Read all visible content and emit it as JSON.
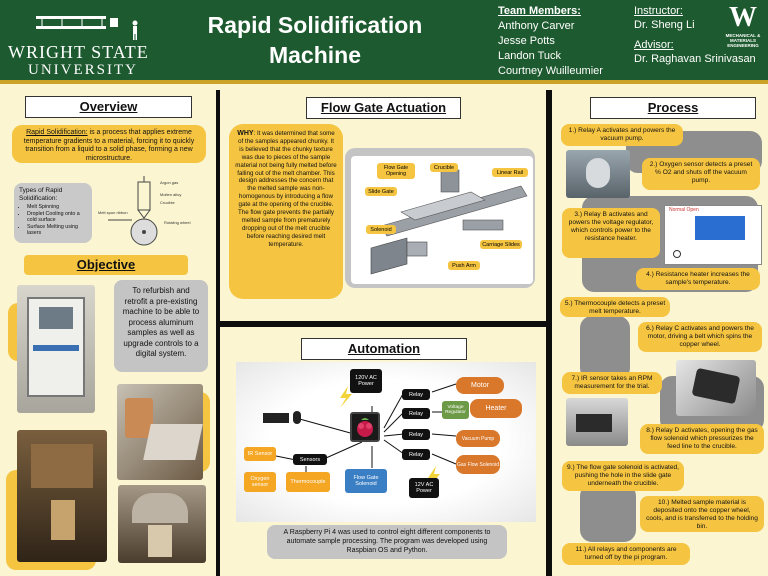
{
  "header": {
    "logo_line1": "WRIGHT STATE",
    "logo_line2": "UNIVERSITY",
    "title": "Rapid Solidification Machine",
    "team_heading": "Team Members:",
    "team": [
      "Anthony Carver",
      "Jesse Potts",
      "Landon Tuck",
      "Courtney Wuilleumier"
    ],
    "instructor_heading": "Instructor:",
    "instructor": "Dr. Sheng Li",
    "advisor_heading": "Advisor:",
    "advisor": "Dr. Raghavan Srinivasan",
    "dept_logo_letter": "W",
    "dept_logo_text": "MECHANICAL & MATERIALS ENGINEERING"
  },
  "overview": {
    "title": "Overview",
    "definition_term": "Rapid Solidification:",
    "definition_text": " is a process that applies extreme temperature gradients to a material, forcing it to quickly transition from a liquid to a solid phase, forming a new microstructure.",
    "types_heading": "Types of Rapid Solidification:",
    "types": [
      "Melt Spinning",
      "Droplet Cooling onto a cold surface",
      "Surface Melting using lasers"
    ],
    "diagram_labels": [
      "Argon gas",
      "Molten alloy",
      "Crucible",
      "Melt spun ribbon",
      "Rotating wheel"
    ]
  },
  "objective": {
    "title": "Objective",
    "text": "To refurbish and retrofit a pre-existing machine to be able to process aluminum samples as well as upgrade controls to a digital system."
  },
  "flow_gate": {
    "title": "Flow Gate Actuation",
    "why_label": "WHY",
    "why_text": ": It was determined that some of the samples appeared chunky. It is believed that the chunky texture was due to pieces of the sample material not being fully melted before falling out of the melt chamber. This design addresses the concern that the melted sample was non-homogenous by introducing a flow gate at the opening of the crucible. The flow gate prevents the partially melted sample from prematurely dropping out of the melt crucible before reaching desired melt temperature.",
    "labels": {
      "flow_gate_opening": "Flow Gate Opening",
      "crucible": "Crucible",
      "linear_rail": "Linear Rail",
      "slide_gate": "Slide Gate",
      "solenoid": "Solenoid",
      "carriage_slides": "Carriage Slides",
      "push_arm": "Push Arm"
    }
  },
  "automation": {
    "title": "Automation",
    "power_120": "120V AC Power",
    "power_12": "12V AC Power",
    "relays": [
      "Relay",
      "Relay",
      "Relay",
      "Relay"
    ],
    "outputs": [
      "Motor",
      "Heater",
      "Voltage Regulator",
      "Vacuum Pump",
      "Gas Flow Solenoid"
    ],
    "sensors_label": "Sensors",
    "sensors": [
      "IR Sensor",
      "Oxygen sensor",
      "Thermocouple"
    ],
    "flow_gate_solenoid": "Flow Gate Solenoid",
    "caption": "A Raspberry Pi 4 was used to control eight different components to automate sample processing. The program was developed using Raspbian OS and Python."
  },
  "process": {
    "title": "Process",
    "steps": [
      "1.) Relay A activates and powers the vacuum pump.",
      "2.) Oxygen sensor detects a preset % O2 and shuts off the vacuum pump.",
      "3.) Relay B activates and powers the voltage regulator, which controls power to the resistance heater.",
      "4.) Resistance heater increases the sample's temperature.",
      "5.) Thermocouple detects a preset melt temperature.",
      "6.) Relay C activates and powers the motor, driving a belt which spins the copper wheel.",
      "7.) IR sensor takes an RPM measurement for the trial.",
      "8.) Relay D activates, opening the gas flow solenoid which pressurizes the feed line to the crucible.",
      "9.) The flow gate solenoid is activated, pushing the hole in the slide gate underneath the crucible.",
      "10.) Melted sample material is deposited onto the copper wheel, cools, and is transferred to the holding bin.",
      "11.) All relays and components are turned off by the pi program."
    ],
    "relay_diagram_label": "Normal Open"
  },
  "colors": {
    "header_green": "#1e5a2f",
    "gold": "#f5c542",
    "background": "#fbf6d1",
    "automation_orange": "#d9772b",
    "automation_blue": "#3a7fc4"
  }
}
